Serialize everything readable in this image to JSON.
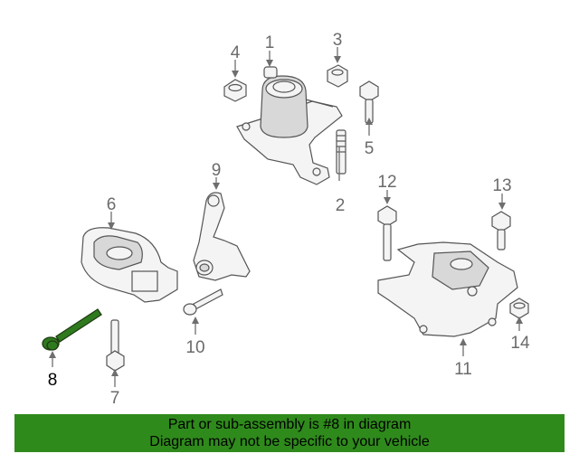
{
  "callouts": {
    "c1": "1",
    "c2": "2",
    "c3": "3",
    "c4": "4",
    "c5": "5",
    "c6": "6",
    "c7": "7",
    "c8": "8",
    "c9": "9",
    "c10": "10",
    "c11": "11",
    "c12": "12",
    "c13": "13",
    "c14": "14"
  },
  "highlighted_part": "8",
  "colors": {
    "highlight_part": "#2f7a1f",
    "banner": "#2f8a1c"
  },
  "banner": {
    "line1": "Part or sub-assembly is #8 in diagram",
    "line2": "Diagram may not be specific to your vehicle"
  }
}
